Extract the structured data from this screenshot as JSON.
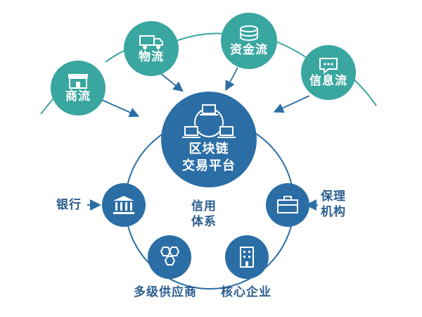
{
  "flows": [
    {
      "label": "商流",
      "icon": "shop-icon"
    },
    {
      "label": "物流",
      "icon": "truck-icon"
    },
    {
      "label": "资金流",
      "icon": "coins-icon"
    },
    {
      "label": "信息流",
      "icon": "chat-bubble-icon"
    }
  ],
  "center": {
    "line1": "区块链",
    "line2": "交易平台",
    "icon": "network-computers-icon"
  },
  "credit": {
    "line1": "信用",
    "line2": "体系"
  },
  "participants": {
    "bank": {
      "label": "银行",
      "icon": "bank-icon"
    },
    "factoring": {
      "line1": "保理",
      "line2": "机构",
      "icon": "briefcase-icon"
    },
    "suppliers": {
      "label": "多级供应商",
      "icon": "hexagons-icon"
    },
    "core": {
      "label": "核心企业",
      "icon": "building-icon"
    }
  },
  "colors": {
    "teal": "#3aa6a0",
    "blue": "#2b6ea6",
    "text": "#2b5f8f",
    "line": "#3aa6a0"
  }
}
